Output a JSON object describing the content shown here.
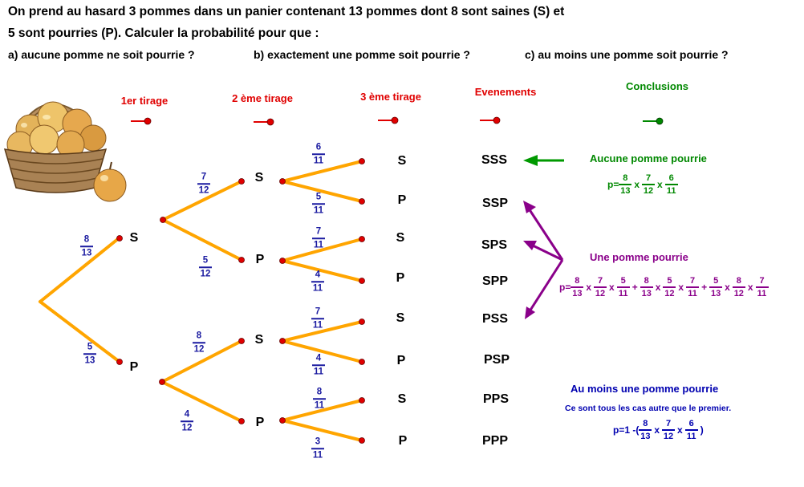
{
  "header": {
    "line1": "On prend au hasard 3 pommes dans un panier contenant 13 pommes dont  8 sont saines (S) et",
    "line2": "5 sont pourries (P). Calculer la probabilité pour que :"
  },
  "questions": {
    "a": "a) aucune pomme ne soit pourrie ?",
    "b": "b) exactement une pomme soit pourrie ?",
    "c": "c) au moins une pomme soit pourrie ?"
  },
  "columns": {
    "tirage1": "1er tirage",
    "tirage2": "2 ème  tirage",
    "tirage3": "3 ème tirage",
    "evenements": "Evenements",
    "conclusions": "Conclusions"
  },
  "colors": {
    "branch": "#ffa500",
    "node": "#e00000",
    "green": "#008800",
    "purple": "#8a008a",
    "blue": "#0000b0",
    "fraction": "#1a1aa0"
  },
  "tree": {
    "level1": {
      "S": {
        "label": "S",
        "num": "8",
        "den": "13"
      },
      "P": {
        "label": "P",
        "num": "5",
        "den": "13"
      }
    },
    "level2": [
      {
        "label": "S",
        "num": "7",
        "den": "12"
      },
      {
        "label": "P",
        "num": "5",
        "den": "12"
      },
      {
        "label": "S",
        "num": "8",
        "den": "12"
      },
      {
        "label": "P",
        "num": "4",
        "den": "12"
      }
    ],
    "level3": [
      {
        "label": "S",
        "num": "6",
        "den": "11"
      },
      {
        "label": "P",
        "num": "5",
        "den": "11"
      },
      {
        "label": "S",
        "num": "7",
        "den": "11"
      },
      {
        "label": "P",
        "num": "4",
        "den": "11"
      },
      {
        "label": "S",
        "num": "7",
        "den": "11"
      },
      {
        "label": "P",
        "num": "4",
        "den": "11"
      },
      {
        "label": "S",
        "num": "8",
        "den": "11"
      },
      {
        "label": "P",
        "num": "3",
        "den": "11"
      }
    ]
  },
  "events": [
    "SSS",
    "SSP",
    "SPS",
    "SPP",
    "PSS",
    "PSP",
    "PPS",
    "PPP"
  ],
  "conclusions": {
    "aucune": {
      "title": "Aucune pomme pourrie",
      "prefix": "p=",
      "f1": {
        "num": "8",
        "den": "13"
      },
      "f2": {
        "num": "7",
        "den": "12"
      },
      "f3": {
        "num": "6",
        "den": "11"
      },
      "times": "x"
    },
    "une": {
      "title": "Une pomme pourrie",
      "prefix": "p=",
      "terms": [
        [
          {
            "num": "8",
            "den": "13"
          },
          {
            "num": "7",
            "den": "12"
          },
          {
            "num": "5",
            "den": "11"
          }
        ],
        [
          {
            "num": "8",
            "den": "13"
          },
          {
            "num": "5",
            "den": "12"
          },
          {
            "num": "7",
            "den": "11"
          }
        ],
        [
          {
            "num": "5",
            "den": "13"
          },
          {
            "num": "8",
            "den": "12"
          },
          {
            "num": "7",
            "den": "11"
          }
        ]
      ],
      "times": "x",
      "plus": "+"
    },
    "au_moins": {
      "title": "Au moins une pomme pourrie",
      "subtitle": "Ce sont tous les cas autre que le premier.",
      "prefix": "p=1 -(",
      "suffix": ")",
      "f1": {
        "num": "8",
        "den": "13"
      },
      "f2": {
        "num": "7",
        "den": "12"
      },
      "f3": {
        "num": "6",
        "den": "11"
      },
      "times": "x"
    }
  }
}
